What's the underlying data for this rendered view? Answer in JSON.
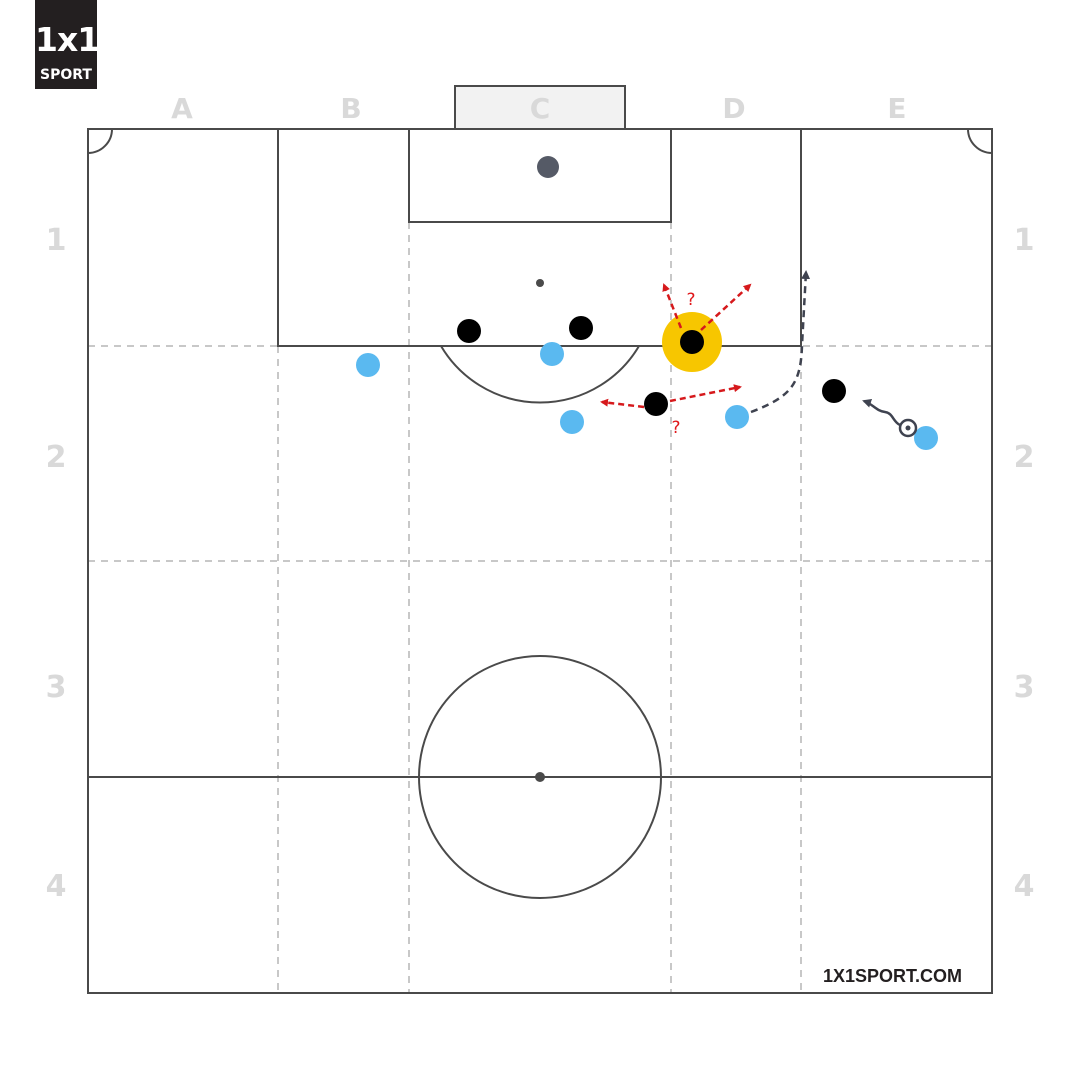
{
  "logo": {
    "mark": "1x1",
    "word": "SPORT"
  },
  "columns": [
    "A",
    "B",
    "C",
    "D",
    "E"
  ],
  "rows": [
    "1",
    "2",
    "3",
    "4"
  ],
  "website": "1X1SPORT.COM",
  "question_mark": "?",
  "colors": {
    "field_lines": "#4a4a4a",
    "grid_dashes": "#b5b5b5",
    "team_attack": "#5ab9f0",
    "team_defense": "#000000",
    "goalkeeper": "#555a66",
    "highlight": "#f7c600",
    "option_arrows": "#d6191c",
    "movement_arrows": "#3f4350"
  },
  "icons": {
    "ball": "soccer-ball-icon",
    "option_arrow": "red-dashed-arrow-icon",
    "run_arrow": "dark-dashed-arrow-icon"
  }
}
